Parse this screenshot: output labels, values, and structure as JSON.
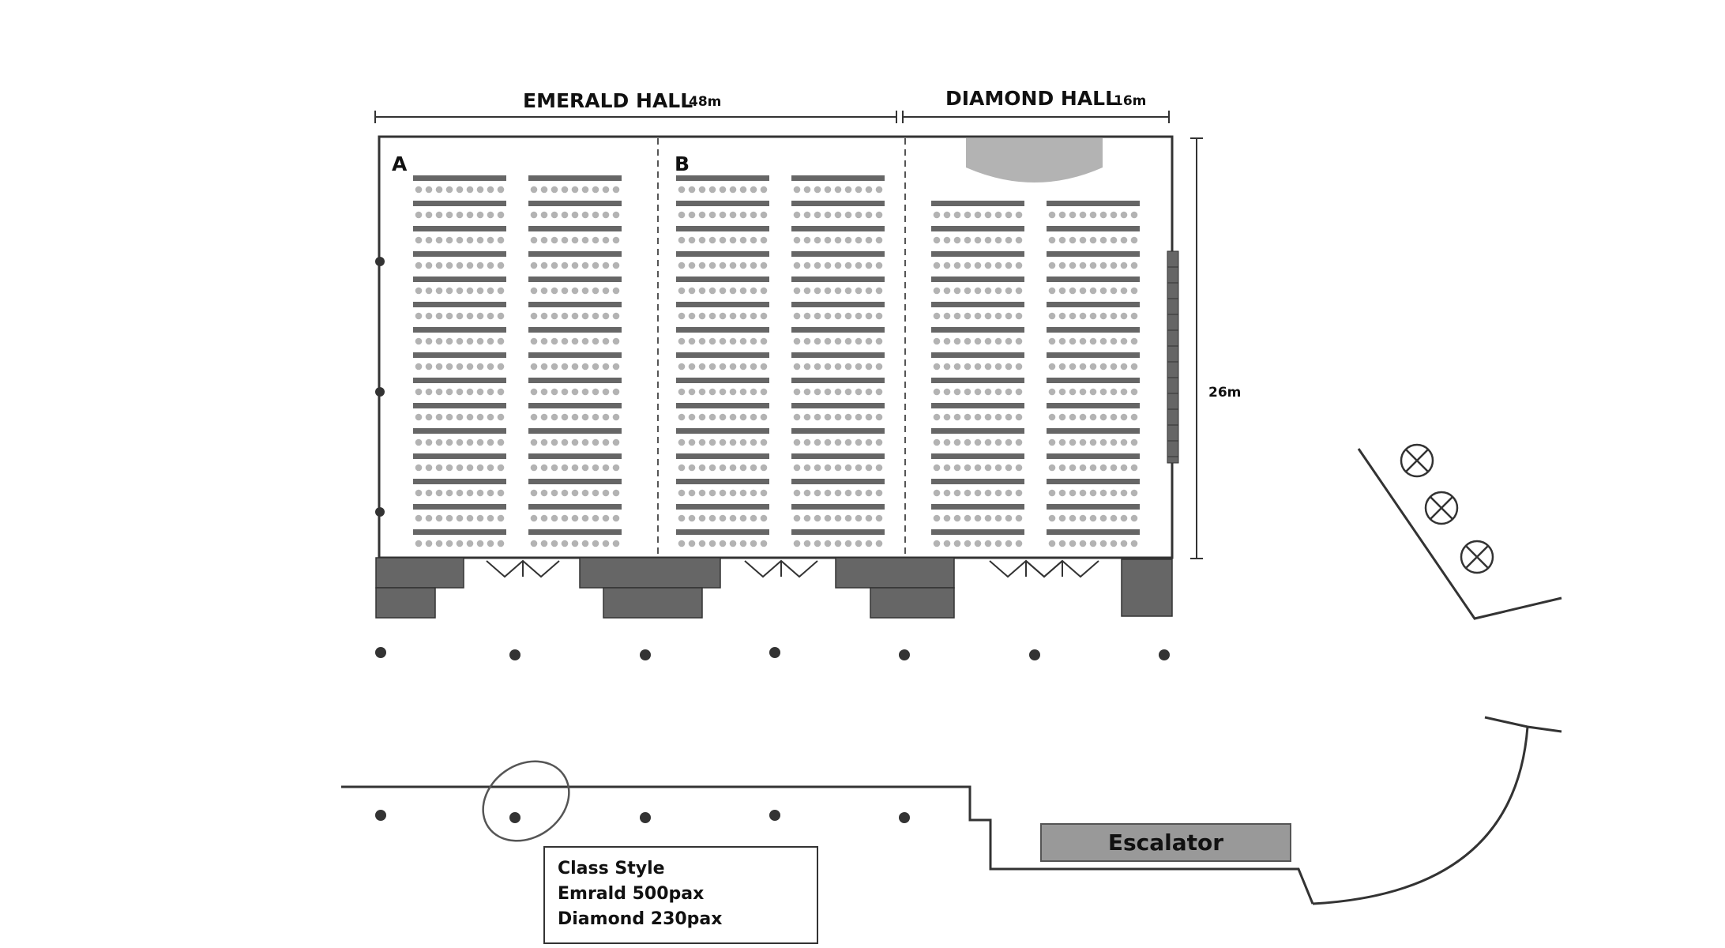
{
  "halls": [
    {
      "name": "EMERALD HALL",
      "width": "48m",
      "sections": [
        "A",
        "B"
      ]
    },
    {
      "name": "DIAMOND HALL",
      "width": "16m"
    }
  ],
  "depth": "26m",
  "escalator": {
    "label": "Escalator"
  },
  "legend": {
    "lines": [
      "Class Style",
      "Emrald 500pax",
      "Diamond 230pax"
    ]
  },
  "colors": {
    "wall": "#333333",
    "table": "#666666",
    "chair": "#b3b3b3",
    "block": "#666666",
    "escalator": "#999999"
  }
}
